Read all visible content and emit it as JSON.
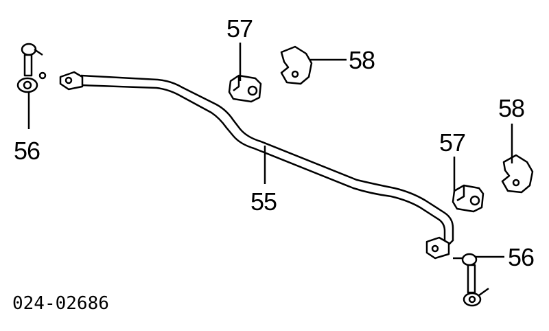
{
  "diagram": {
    "drawing_code": "024-02686",
    "callouts": [
      {
        "id": "57a",
        "label": "57"
      },
      {
        "id": "58a",
        "label": "58"
      },
      {
        "id": "58b",
        "label": "58"
      },
      {
        "id": "57b",
        "label": "57"
      },
      {
        "id": "55",
        "label": "55"
      },
      {
        "id": "56a",
        "label": "56"
      },
      {
        "id": "56b",
        "label": "56"
      }
    ]
  }
}
